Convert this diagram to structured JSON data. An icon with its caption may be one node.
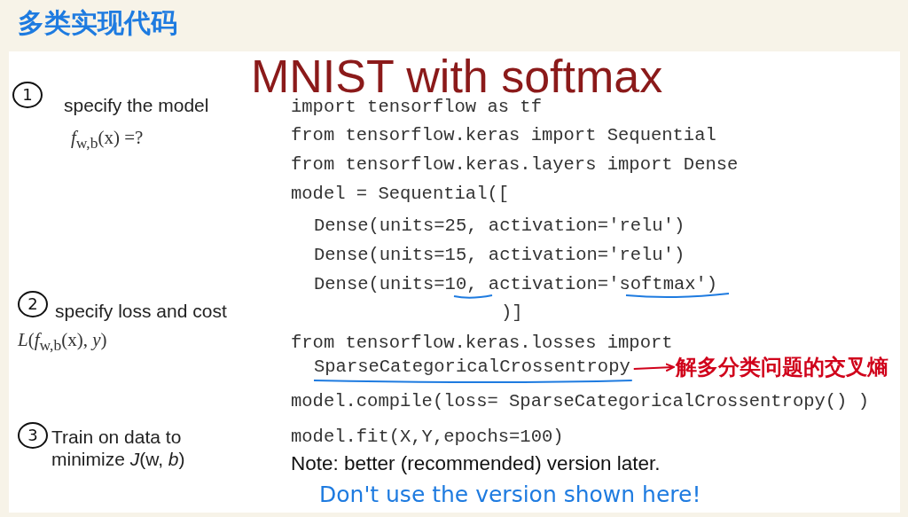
{
  "diagram": {
    "title": "MNIST with softmax",
    "nodes": [
      {
        "text": [
          "1"
        ],
        "beside": [
          "specify the model"
        ]
      },
      {
        "text": [
          "2"
        ],
        "beside": [
          "specify loss and cost"
        ]
      },
      {
        "text": [
          "3"
        ],
        "beside": [
          "Train on data to minimize *J*(w, *b*)"
        ]
      },
      {
        "text": [
          "SparseCategoricalCrossentropy"
        ]
      },
      {
        "text": [
          "解多分类问题的交叉熵"
        ]
      }
    ],
    "edges": [
      {
        "from": 3,
        "to": 4,
        "arrow": "to",
        "color": "#d0021b"
      }
    ],
    "labels": [
      "多类实现代码",
      "*f*$_{w,b}$(x) =?",
      "*L*(*f*$_{w,b}$(x), *y*)",
      "import tensorflow as tf",
      "from tensorflow.keras import Sequential",
      "from tensorflow.keras.layers import Dense",
      "model = Sequential([",
      "Dense(units=25, activation='relu')",
      "Dense(units=15, activation='relu')",
      "Dense(units=10, activation='softmax')",
      ")]",
      "from tensorflow.keras.losses import",
      "model.compile(loss= SparseCategoricalCrossentropy() )",
      "model.fit(X,Y,epochs=100)",
      "Note: better (recommended) version later.",
      "Don't use the version shown here!"
    ]
  }
}
